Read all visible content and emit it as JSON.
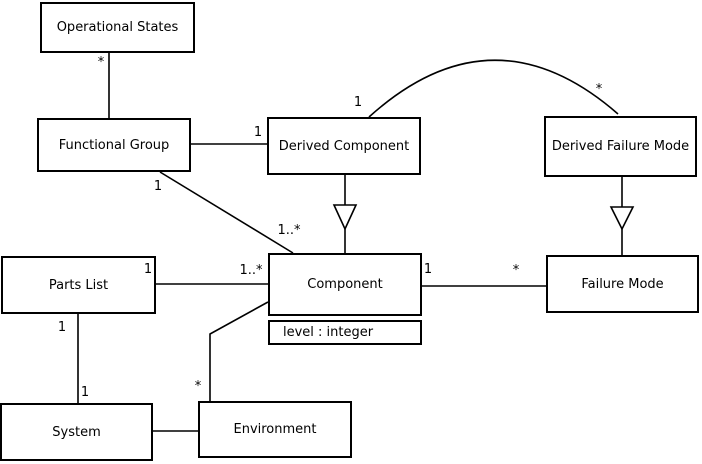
{
  "diagram": {
    "type": "uml-class-diagram",
    "background_color": "#ffffff",
    "line_color": "#000000",
    "classes": [
      {
        "id": "operational-states",
        "name": "Operational States"
      },
      {
        "id": "functional-group",
        "name": "Functional Group"
      },
      {
        "id": "derived-component",
        "name": "Derived Component"
      },
      {
        "id": "derived-failure-mode",
        "name": "Derived Failure Mode"
      },
      {
        "id": "parts-list",
        "name": "Parts List"
      },
      {
        "id": "component",
        "name": "Component",
        "attributes": [
          "level : integer"
        ]
      },
      {
        "id": "failure-mode",
        "name": "Failure Mode"
      },
      {
        "id": "system",
        "name": "System"
      },
      {
        "id": "environment",
        "name": "Environment"
      }
    ],
    "relationships": [
      {
        "from": "operational-states",
        "to": "functional-group",
        "type": "association"
      },
      {
        "from": "functional-group",
        "to": "derived-component",
        "type": "association"
      },
      {
        "from": "functional-group",
        "to": "component",
        "type": "association"
      },
      {
        "from": "derived-component",
        "to": "derived-failure-mode",
        "type": "association-arc"
      },
      {
        "from": "derived-component",
        "to": "component",
        "type": "generalization"
      },
      {
        "from": "derived-failure-mode",
        "to": "failure-mode",
        "type": "generalization"
      },
      {
        "from": "parts-list",
        "to": "component",
        "type": "association"
      },
      {
        "from": "component",
        "to": "failure-mode",
        "type": "association"
      },
      {
        "from": "parts-list",
        "to": "system",
        "type": "association"
      },
      {
        "from": "system",
        "to": "environment",
        "type": "association"
      },
      {
        "from": "environment",
        "to": "component",
        "type": "association"
      }
    ],
    "multiplicities": [
      {
        "edge": "operational-states-functional-group",
        "end": "operational-states",
        "text": "*"
      },
      {
        "edge": "functional-group-derived-component",
        "end": "functional-group",
        "text": "1"
      },
      {
        "edge": "functional-group-component",
        "end": "functional-group",
        "text": "1"
      },
      {
        "edge": "functional-group-component",
        "end": "component",
        "text": "1..*"
      },
      {
        "edge": "derived-component-derived-failure-mode",
        "end": "derived-component",
        "text": "1"
      },
      {
        "edge": "derived-component-derived-failure-mode",
        "end": "derived-failure-mode",
        "text": "*"
      },
      {
        "edge": "parts-list-component",
        "end": "parts-list",
        "text": "1"
      },
      {
        "edge": "parts-list-component",
        "end": "component",
        "text": "1..*"
      },
      {
        "edge": "component-failure-mode",
        "end": "component",
        "text": "1"
      },
      {
        "edge": "component-failure-mode",
        "end": "failure-mode",
        "text": "*"
      },
      {
        "edge": "parts-list-system",
        "end": "parts-list",
        "text": "1"
      },
      {
        "edge": "parts-list-system",
        "end": "system",
        "text": "1"
      },
      {
        "edge": "environment-component",
        "end": "environment",
        "text": "*"
      }
    ]
  }
}
